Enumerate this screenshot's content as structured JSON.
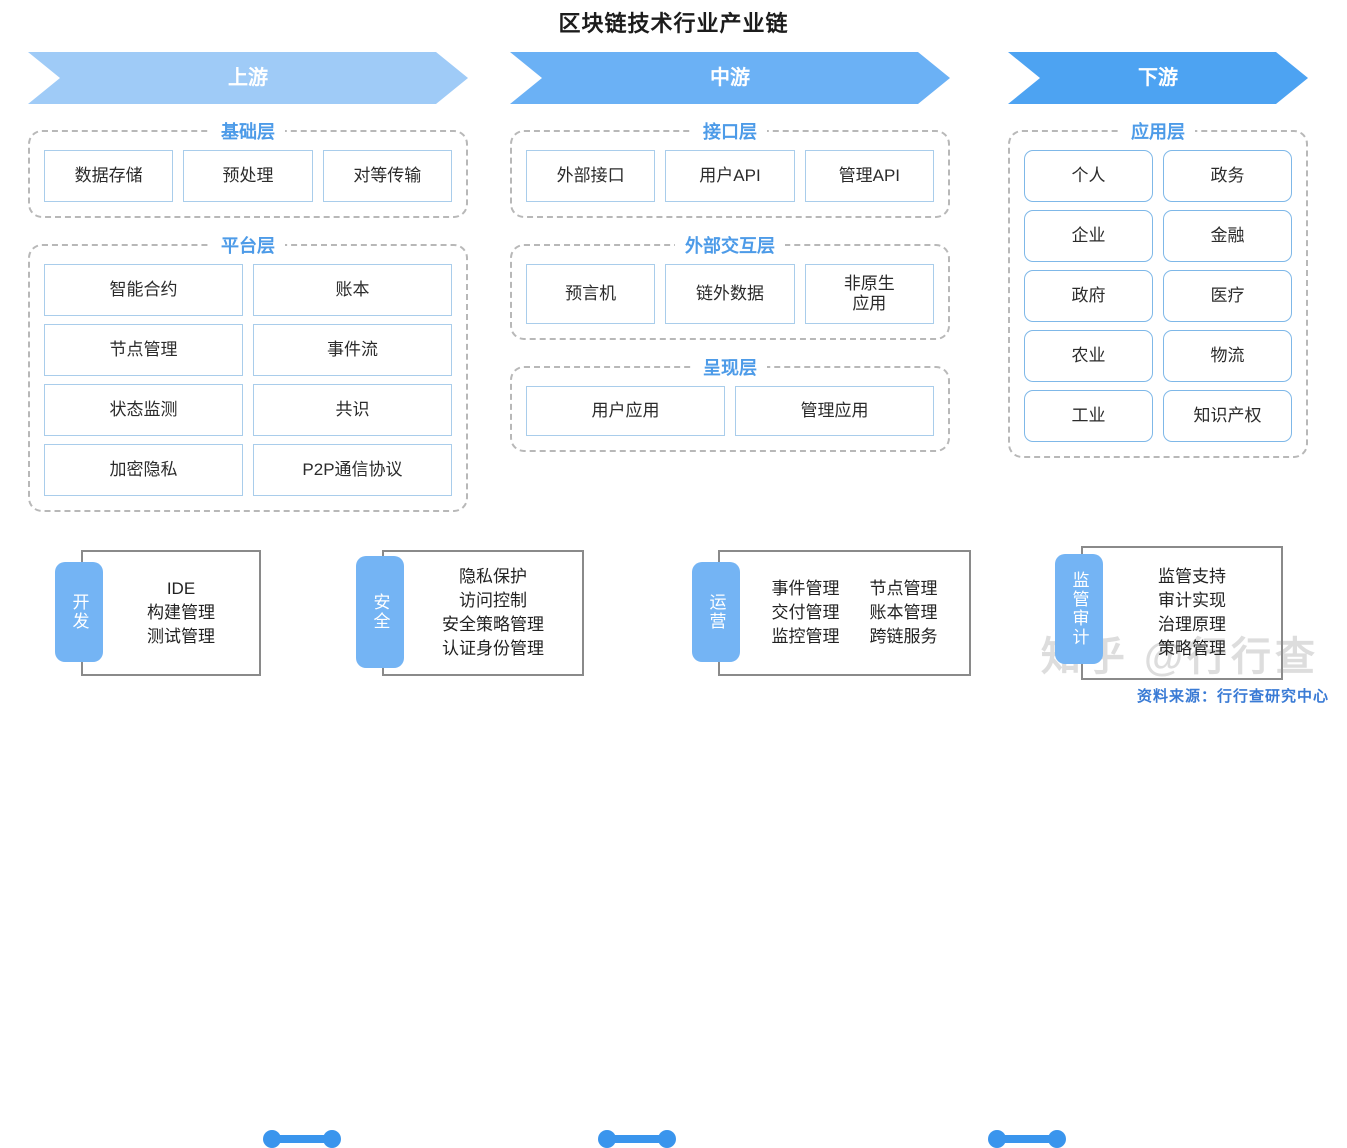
{
  "title": "区块链技术行业产业链",
  "colors": {
    "upstream_banner": "#9FCBF7",
    "midstream_banner": "#6BB1F5",
    "downstream_banner": "#4DA3F2",
    "group_label": "#4D9BE8",
    "cell_border": "#A9CDEB",
    "connector": "#3A95ED",
    "tab": "#74B4F4",
    "source_text": "#3A7BD5"
  },
  "columns": [
    {
      "banner": "上游",
      "groups": [
        {
          "label": "基础层",
          "rows": [
            [
              "数据存储",
              "预处理",
              "对等传输"
            ]
          ]
        },
        {
          "label": "平台层",
          "rows": [
            [
              "智能合约",
              "账本"
            ],
            [
              "节点管理",
              "事件流"
            ],
            [
              "状态监测",
              "共识"
            ],
            [
              "加密隐私",
              "P2P通信协议"
            ]
          ]
        }
      ]
    },
    {
      "banner": "中游",
      "groups": [
        {
          "label": "接口层",
          "rows": [
            [
              "外部接口",
              "用户API",
              "管理API"
            ]
          ]
        },
        {
          "label": "外部交互层",
          "rows": [
            [
              "预言机",
              "链外数据",
              "非原生\n应用"
            ]
          ]
        },
        {
          "label": "呈现层",
          "rows": [
            [
              "用户应用",
              "管理应用"
            ]
          ]
        }
      ]
    },
    {
      "banner": "下游",
      "groups": [
        {
          "label": "应用层",
          "rows": [
            [
              "个人",
              "政务"
            ],
            [
              "企业",
              "金融"
            ],
            [
              "政府",
              "医疗"
            ],
            [
              "农业",
              "物流"
            ],
            [
              "工业",
              "知识产权"
            ]
          ]
        }
      ]
    }
  ],
  "bottom": {
    "blocks": [
      {
        "tab": "开发",
        "layout": "single",
        "lines": [
          "IDE",
          "构建管理",
          "测试管理"
        ]
      },
      {
        "tab": "安全",
        "layout": "single",
        "lines": [
          "隐私保护",
          "访问控制",
          "安全策略管理",
          "认证身份管理"
        ]
      },
      {
        "tab": "运营",
        "layout": "two-col",
        "pairs": [
          [
            "事件管理",
            "节点管理"
          ],
          [
            "交付管理",
            "账本管理"
          ],
          [
            "监控管理",
            "跨链服务"
          ]
        ]
      },
      {
        "tab": "监管审计",
        "layout": "single",
        "lines": [
          "监管支持",
          "审计实现",
          "治理原理",
          "策略管理"
        ]
      }
    ],
    "connector_count": 3
  },
  "footer": {
    "source": "资料来源：行行查研究中心",
    "watermark": "知乎 @行行查"
  }
}
